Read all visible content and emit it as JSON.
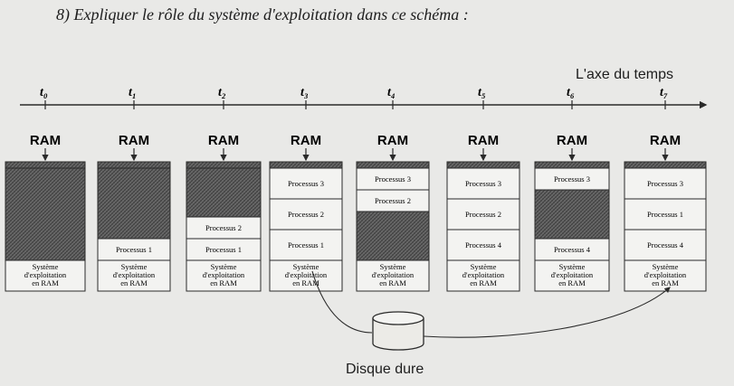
{
  "question": "8) Expliquer le rôle du système d'exploitation dans ce schéma :",
  "axis_title": "L'axe du temps",
  "disk_label": "Disque dure",
  "ram_label": "RAM",
  "colors": {
    "hatch": "#5a5a5a",
    "border": "#2a2a2a",
    "background": "#e9e9e7"
  },
  "columns": [
    {
      "t": "t₀",
      "segments": [
        {
          "type": "hatch"
        },
        {
          "type": "sys",
          "text": "Système d'exploitation en RAM"
        }
      ]
    },
    {
      "t": "t₁",
      "segments": [
        {
          "type": "hatch"
        },
        {
          "type": "proc",
          "text": "Processus 1"
        },
        {
          "type": "sys",
          "text": "Système d'exploitation en RAM"
        }
      ]
    },
    {
      "t": "t₂",
      "segments": [
        {
          "type": "hatch"
        },
        {
          "type": "proc",
          "text": "Processus 2"
        },
        {
          "type": "proc",
          "text": "Processus 1"
        },
        {
          "type": "sys",
          "text": "Système d'exploitation en RAM"
        }
      ]
    },
    {
      "t": "t₃",
      "segments": [
        {
          "type": "proc",
          "text": "Processus 3"
        },
        {
          "type": "proc",
          "text": "Processus 2"
        },
        {
          "type": "proc",
          "text": "Processus 1"
        },
        {
          "type": "sys",
          "text": "Système d'exploitation en RAM"
        }
      ]
    },
    {
      "t": "t₄",
      "segments": [
        {
          "type": "proc",
          "text": "Processus 3"
        },
        {
          "type": "proc",
          "text": "Processus 2"
        },
        {
          "type": "hatch"
        },
        {
          "type": "sys",
          "text": "Système d'exploitation en RAM"
        }
      ]
    },
    {
      "t": "t₅",
      "segments": [
        {
          "type": "proc",
          "text": "Processus 3"
        },
        {
          "type": "proc",
          "text": "Processus 2"
        },
        {
          "type": "proc",
          "text": "Processus 4"
        },
        {
          "type": "sys",
          "text": "Système d'exploitation en RAM"
        }
      ]
    },
    {
      "t": "t₆",
      "segments": [
        {
          "type": "proc",
          "text": "Processus 3"
        },
        {
          "type": "hatch"
        },
        {
          "type": "proc",
          "text": "Processus 4"
        },
        {
          "type": "sys",
          "text": "Système d'exploitation en RAM"
        }
      ]
    },
    {
      "t": "t₇",
      "segments": [
        {
          "type": "proc",
          "text": "Processus 3"
        },
        {
          "type": "proc",
          "text": "Processus 1"
        },
        {
          "type": "proc",
          "text": "Processus 4"
        },
        {
          "type": "sys",
          "text": "Système d'exploitation en RAM"
        }
      ]
    }
  ]
}
